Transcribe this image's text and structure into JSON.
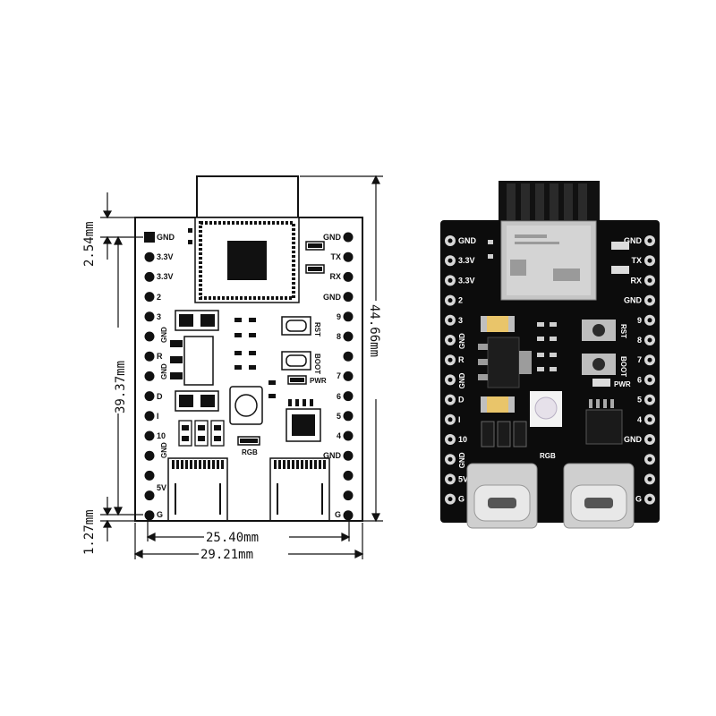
{
  "dimensions": {
    "top_offset": "2.54mm",
    "pin_span": "39.37mm",
    "bottom_offset": "1.27mm",
    "height": "44.66mm",
    "inner_width": "25.40mm",
    "outer_width": "29.21mm"
  },
  "left_pins": [
    "GND",
    "3.3V",
    "3.3V",
    "2",
    "3",
    "R",
    "D",
    "I",
    "10",
    "5V",
    "G"
  ],
  "left_inner_labels": [
    "GND",
    "GND",
    "GND"
  ],
  "right_pins": [
    "GND",
    "TX",
    "RX",
    "GND",
    "9",
    "8",
    "7",
    "6",
    "5",
    "4",
    "GND",
    "G"
  ],
  "component_labels": {
    "rst": "RST",
    "boot": "BOOT",
    "pwr": "PWR",
    "rgb": "RGB"
  },
  "photo_left_pins": [
    "GND",
    "3.3V",
    "3.3V",
    "2",
    "3",
    "GND",
    "R",
    "GND",
    "D",
    "I",
    "10",
    "GND",
    "5V",
    "G"
  ],
  "photo_right_pins": [
    "GND",
    "TX",
    "RX",
    "GND",
    "9",
    "8",
    "7",
    "6",
    "5",
    "4",
    "GND",
    "G"
  ],
  "photo_labels": {
    "rst": "RST",
    "boot": "BOOT",
    "pwr": "PWR",
    "rgb": "RGB"
  },
  "colors": {
    "pcb": "#0c0c0c",
    "silk": "#ffffff",
    "ink": "#111111",
    "metal": "#b9b9b9"
  }
}
